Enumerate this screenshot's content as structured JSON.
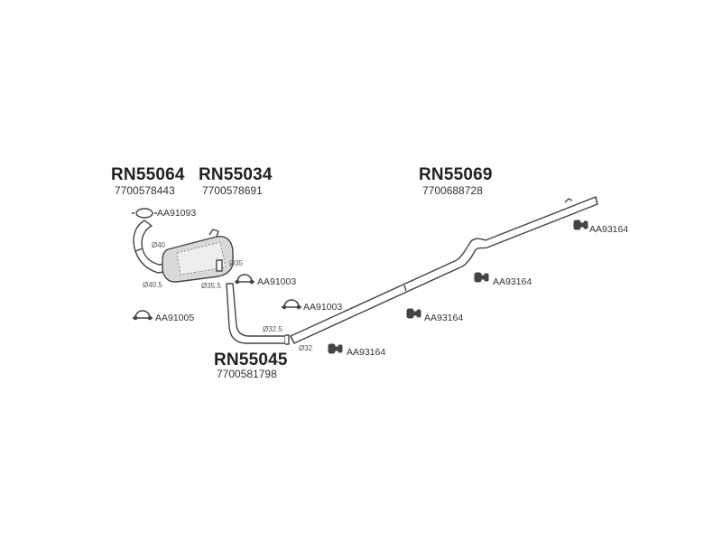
{
  "colors": {
    "line": "#444444",
    "pipe_fill": "#ffffff",
    "muffler_fill": "#d9d9d9",
    "text": "#222222"
  },
  "groups": [
    {
      "part_number": "RN55064",
      "reference": "7700578443"
    },
    {
      "part_number": "RN55034",
      "reference": "7700578691"
    },
    {
      "part_number": "RN55069",
      "reference": "7700688728"
    },
    {
      "part_number": "RN55045",
      "reference": "7700581798"
    }
  ],
  "accessories": [
    {
      "code": "AA91093",
      "icon": "gasket-icon"
    },
    {
      "code": "AA91005",
      "icon": "clamp-icon"
    },
    {
      "code": "AA91003",
      "icon": "clamp-icon"
    },
    {
      "code": "AA91003",
      "icon": "clamp-icon"
    },
    {
      "code": "AA93164",
      "icon": "rubber-mount-icon"
    },
    {
      "code": "AA93164",
      "icon": "rubber-mount-icon"
    },
    {
      "code": "AA93164",
      "icon": "rubber-mount-icon"
    },
    {
      "code": "AA93164",
      "icon": "rubber-mount-icon"
    }
  ],
  "diameters": [
    "Ø40",
    "Ø35",
    "Ø40.5",
    "Ø35.5",
    "Ø32.5",
    "Ø32"
  ]
}
